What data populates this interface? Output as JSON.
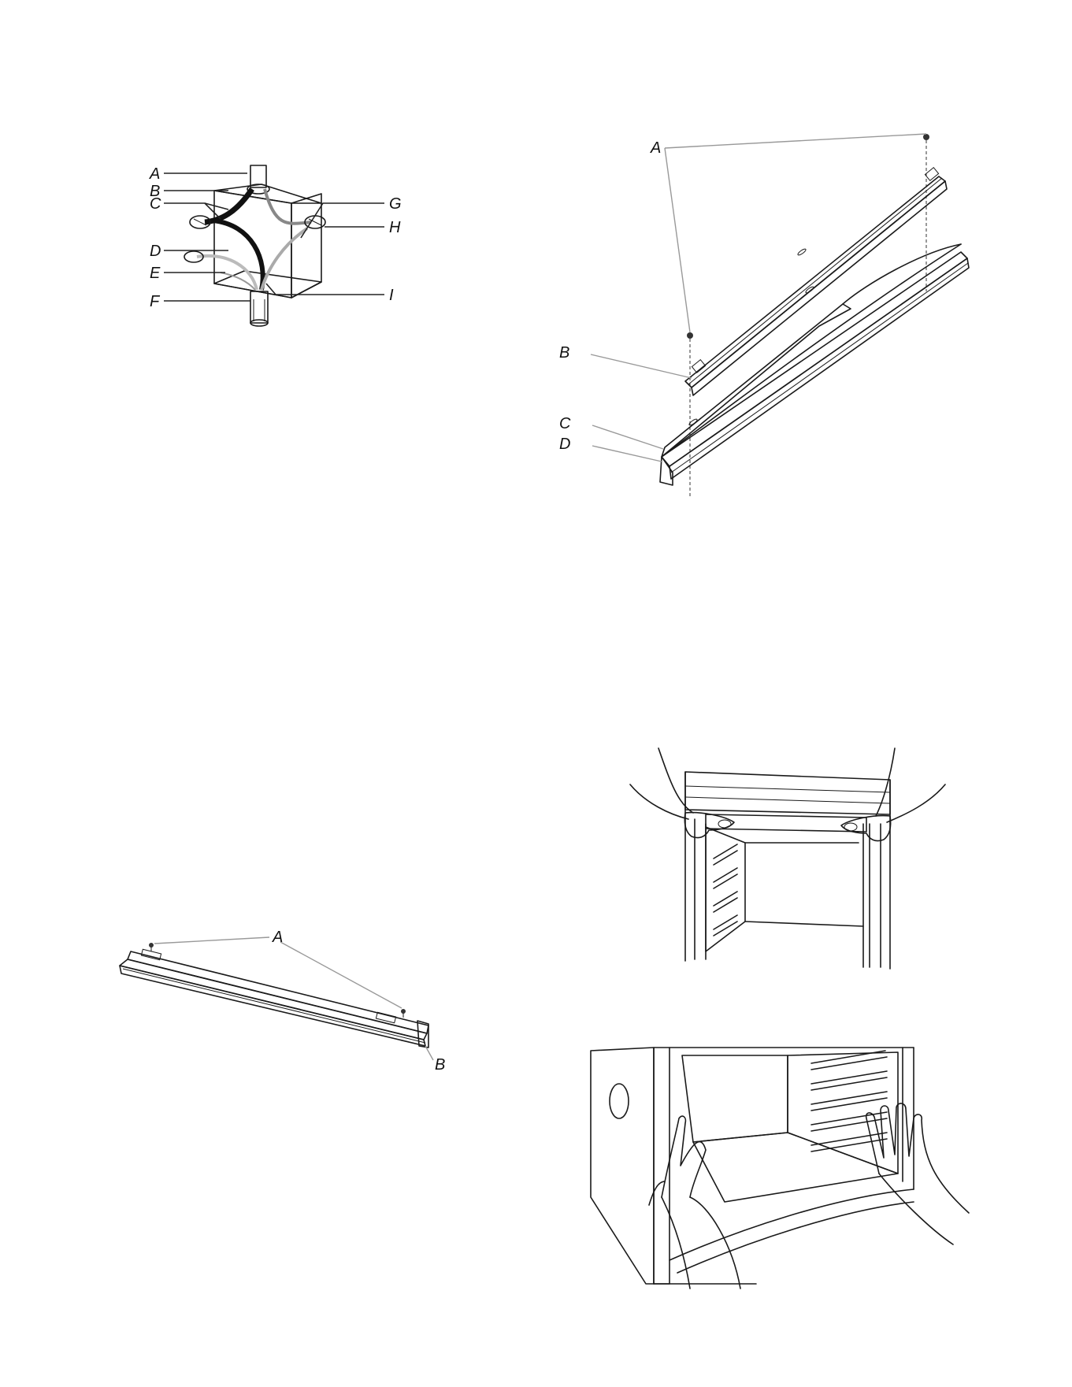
{
  "figures": {
    "junction_box": {
      "labels": [
        "A",
        "B",
        "C",
        "D",
        "E",
        "G",
        "H",
        "I",
        "F"
      ]
    },
    "trim_exploded": {
      "labels": [
        "A",
        "B",
        "C",
        "D"
      ]
    },
    "trim_bar": {
      "labels": [
        "A",
        "B"
      ]
    },
    "hands_trim": {},
    "hands_oven": {}
  }
}
